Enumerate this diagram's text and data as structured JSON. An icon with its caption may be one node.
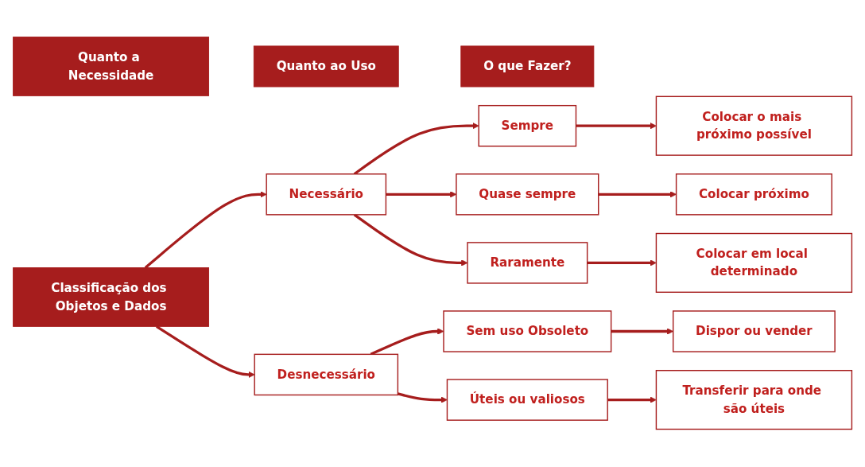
{
  "diagram": {
    "nodes": [
      {
        "text": [
          "Classificação dos Objetos e Dados"
        ]
      },
      {
        "text": [
          "Quanto a Necessidade"
        ]
      },
      {
        "text": [
          "Quanto ao Uso"
        ]
      },
      {
        "text": [
          "O que Fazer?"
        ]
      },
      {
        "text": [
          "Necessário"
        ]
      },
      {
        "text": [
          "Desnecessário"
        ]
      },
      {
        "text": [
          "Sempre"
        ]
      },
      {
        "text": [
          "Quase sempre"
        ]
      },
      {
        "text": [
          "Raramente"
        ]
      },
      {
        "text": [
          "Sem uso Obsoleto"
        ]
      },
      {
        "text": [
          "Úteis ou valiosos"
        ]
      },
      {
        "text": [
          "Colocar o mais próximo possível"
        ]
      },
      {
        "text": [
          "Colocar próximo"
        ]
      },
      {
        "text": [
          "Colocar em local determinado"
        ]
      },
      {
        "text": [
          "Dispor ou vender"
        ]
      },
      {
        "text": [
          "Transferir para onde são úteis"
        ]
      }
    ],
    "edges": [
      {
        "from": 0,
        "to": 4,
        "arrow": "to"
      },
      {
        "from": 0,
        "to": 5,
        "arrow": "to"
      },
      {
        "from": 4,
        "to": 6,
        "arrow": "to"
      },
      {
        "from": 4,
        "to": 7,
        "arrow": "to"
      },
      {
        "from": 4,
        "to": 8,
        "arrow": "to"
      },
      {
        "from": 5,
        "to": 9,
        "arrow": "to"
      },
      {
        "from": 5,
        "to": 10,
        "arrow": "to"
      },
      {
        "from": 6,
        "to": 11,
        "arrow": "to"
      },
      {
        "from": 7,
        "to": 12,
        "arrow": "to"
      },
      {
        "from": 8,
        "to": 13,
        "arrow": "to"
      },
      {
        "from": 9,
        "to": 14,
        "arrow": "to"
      },
      {
        "from": 10,
        "to": 15,
        "arrow": "to"
      }
    ]
  }
}
